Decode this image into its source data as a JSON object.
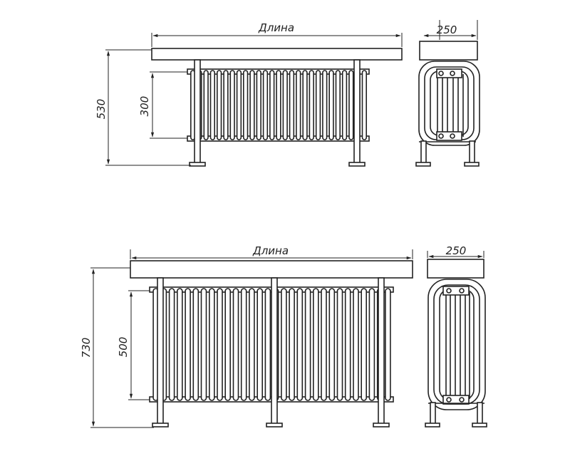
{
  "drawings": [
    {
      "id": "bench-short",
      "labels": {
        "length": "Длина",
        "height_total": "530",
        "height_radiator": "300",
        "depth": "250"
      }
    },
    {
      "id": "bench-tall",
      "labels": {
        "length": "Длина",
        "height_total": "730",
        "height_radiator": "500",
        "depth": "250"
      }
    }
  ],
  "colors": {
    "line": "#222222",
    "background": "#ffffff"
  }
}
